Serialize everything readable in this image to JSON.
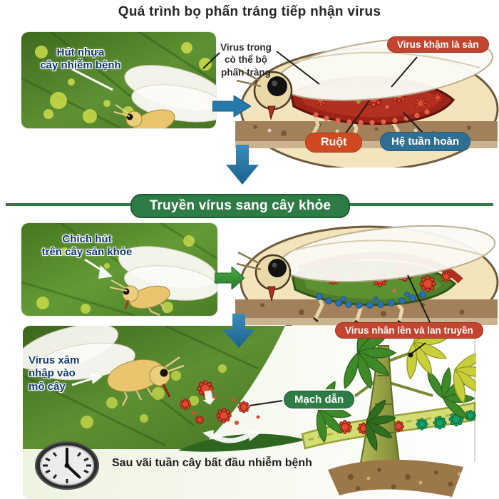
{
  "title": "Quá trình bọ phấn tráng tiếp nhận virus",
  "section1": {
    "photo_label": {
      "line1": "Hút nhựa",
      "line2": "cây nhiễm bệnh"
    },
    "anatomy_note": {
      "line1": "Virus trong",
      "line2": "cò thể bộ",
      "line3": "phấn tràng"
    },
    "badge_virus": "Virus khậm là sản",
    "badge_gut": "Ruột",
    "badge_circulatory": "Hệ tuần hoàn"
  },
  "banner": "Truyền vírus sang cây khỏe",
  "section2": {
    "photo_label": {
      "line1": "Chích hút",
      "line2": "trên cây sản khỏe"
    }
  },
  "section3": {
    "badge_spread": "Virus nhân lên và lan truyền",
    "photo_label": {
      "line1": "Virus xâm",
      "line2": "nhập vào",
      "line3": "mô cây"
    },
    "badge_vessel": "Mạch dẫn",
    "caption": "Sau vãi tuần cây bất đầu nhiễm bệnh"
  },
  "colors": {
    "badge_red": "#c2452f",
    "badge_orange": "#cf4a21",
    "badge_blue": "#2f6f94",
    "banner_green": "#2e7c45",
    "arrow_blue": "#2778aa",
    "arrow_green": "#2f8f3c",
    "label_navy": "#11386e",
    "dome_cream": "#f4e4bc",
    "virus_red": "#df4a31",
    "virus_teal": "#18a164"
  }
}
